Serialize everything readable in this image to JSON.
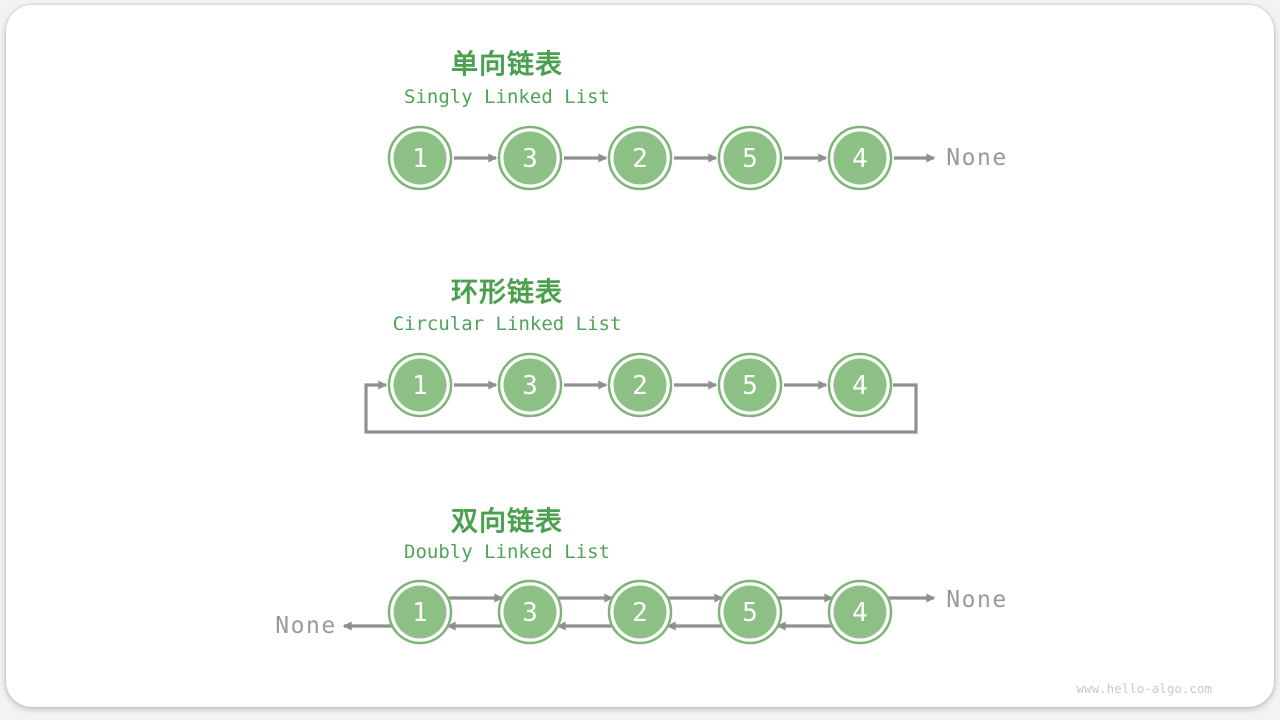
{
  "watermark": "www.hello-algo.com",
  "colors": {
    "node_fill": "#8dc084",
    "node_ring": "#7db577",
    "node_text": "#ffffff",
    "arrow_gray": "#8f8f8f",
    "title_green": "#4ba050",
    "subtitle_green": "#50a457",
    "none_gray": "#999999",
    "watermark_gray": "#c7c9ca"
  },
  "sections": [
    {
      "id": "singly",
      "title_zh": "单向链表",
      "title_en": "Singly Linked List",
      "values": [
        "1",
        "3",
        "2",
        "5",
        "4"
      ],
      "tail_label": "None"
    },
    {
      "id": "circular",
      "title_zh": "环形链表",
      "title_en": "Circular Linked List",
      "values": [
        "1",
        "3",
        "2",
        "5",
        "4"
      ]
    },
    {
      "id": "doubly",
      "title_zh": "双向链表",
      "title_en": "Doubly Linked List",
      "values": [
        "1",
        "3",
        "2",
        "5",
        "4"
      ],
      "head_label": "None",
      "tail_label": "None"
    }
  ]
}
